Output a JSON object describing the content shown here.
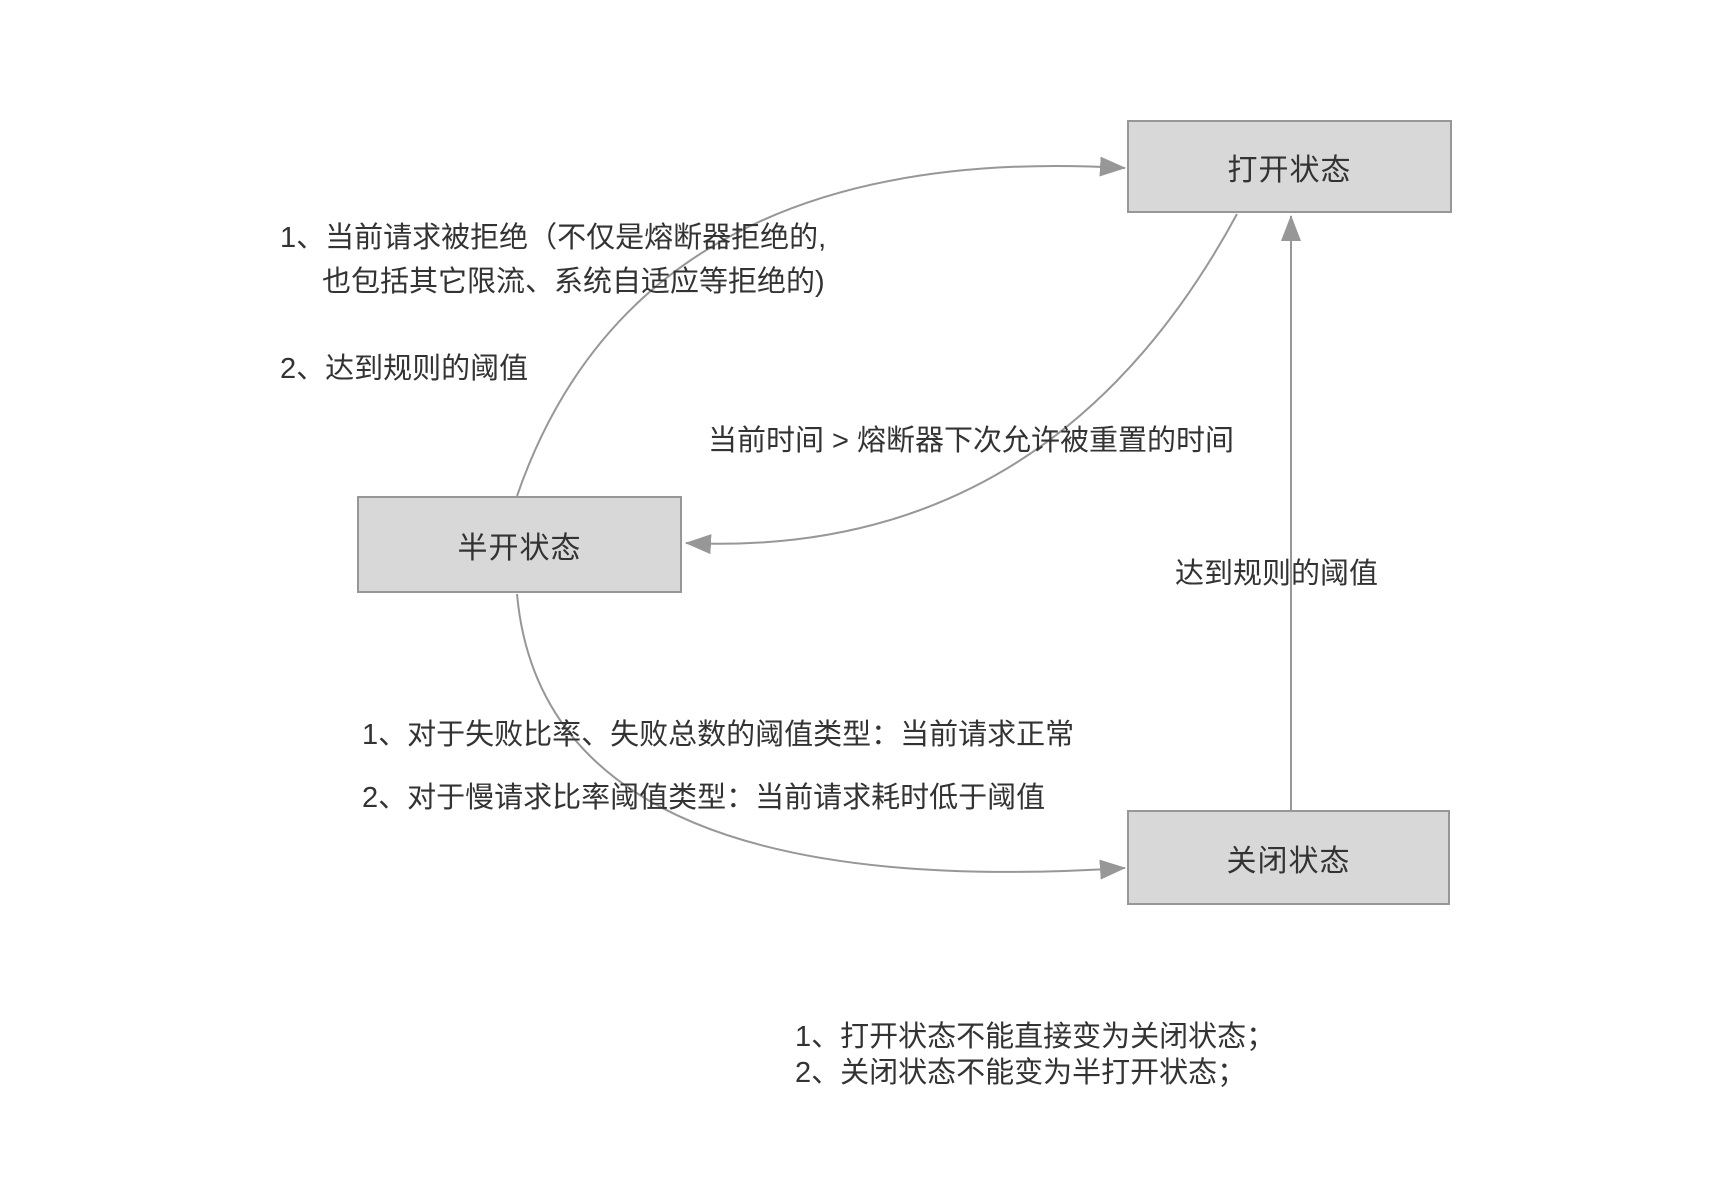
{
  "diagram": {
    "nodes": {
      "open": {
        "label": "打开状态"
      },
      "half_open": {
        "label": "半开状态"
      },
      "closed": {
        "label": "关闭状态"
      }
    },
    "annotations": {
      "reject_title": "1、当前请求被拒绝（不仅是熔断器拒绝的,",
      "reject_cont": "也包括其它限流、系统自适应等拒绝的)",
      "threshold": "2、达到规则的阈值",
      "reset_time": "当前时间 > 熔断器下次允许被重置的时间",
      "rule_threshold": "达到规则的阈值",
      "normal_req": "1、对于失败比率、失败总数的阈值类型：当前请求正常",
      "slow_req": "2、对于慢请求比率阈值类型：当前请求耗时低于阈值",
      "note1": "1、打开状态不能直接变为关闭状态；",
      "note2": "2、关闭状态不能变为半打开状态；"
    },
    "colors": {
      "box_fill": "#d8d8d8",
      "box_border": "#979797",
      "line": "#979797",
      "text": "#333333"
    }
  }
}
